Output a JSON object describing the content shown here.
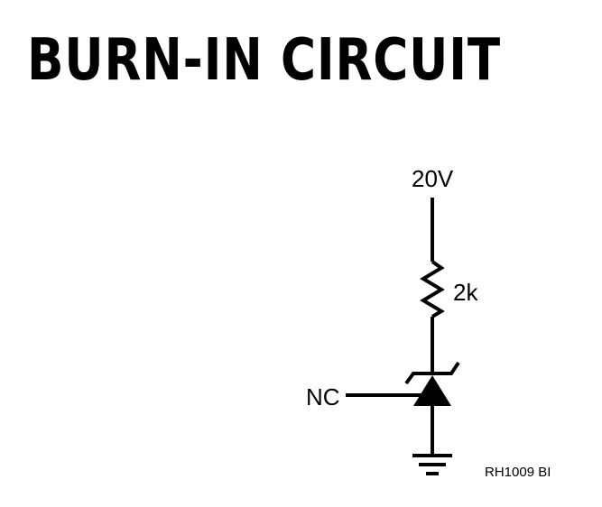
{
  "title": "BURN-IN CIRCUIT",
  "labels": {
    "supply": "20V",
    "resistor": "2k",
    "pin": "NC",
    "figure_code": "RH1009 BI"
  },
  "components": {
    "supply_node": "20V",
    "resistor": "2k",
    "reference_diode": "zener",
    "adjust_pin": "NC",
    "return": "ground"
  },
  "colors": {
    "ink": "#000000",
    "background": "#ffffff"
  }
}
